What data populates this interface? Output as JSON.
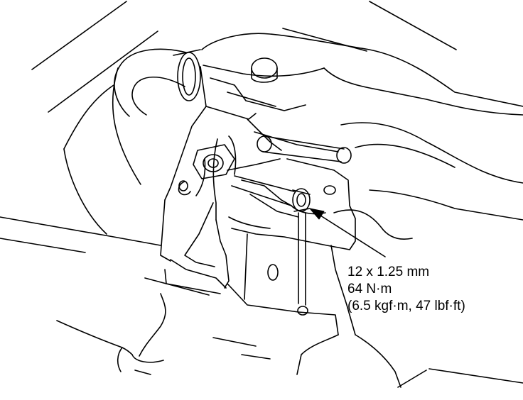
{
  "diagram": {
    "callout": {
      "thread_size": "12 x 1.25 mm",
      "torque_nm": "64 N·m",
      "torque_other": "(6.5 kgf·m, 47 lbf·ft)"
    }
  }
}
